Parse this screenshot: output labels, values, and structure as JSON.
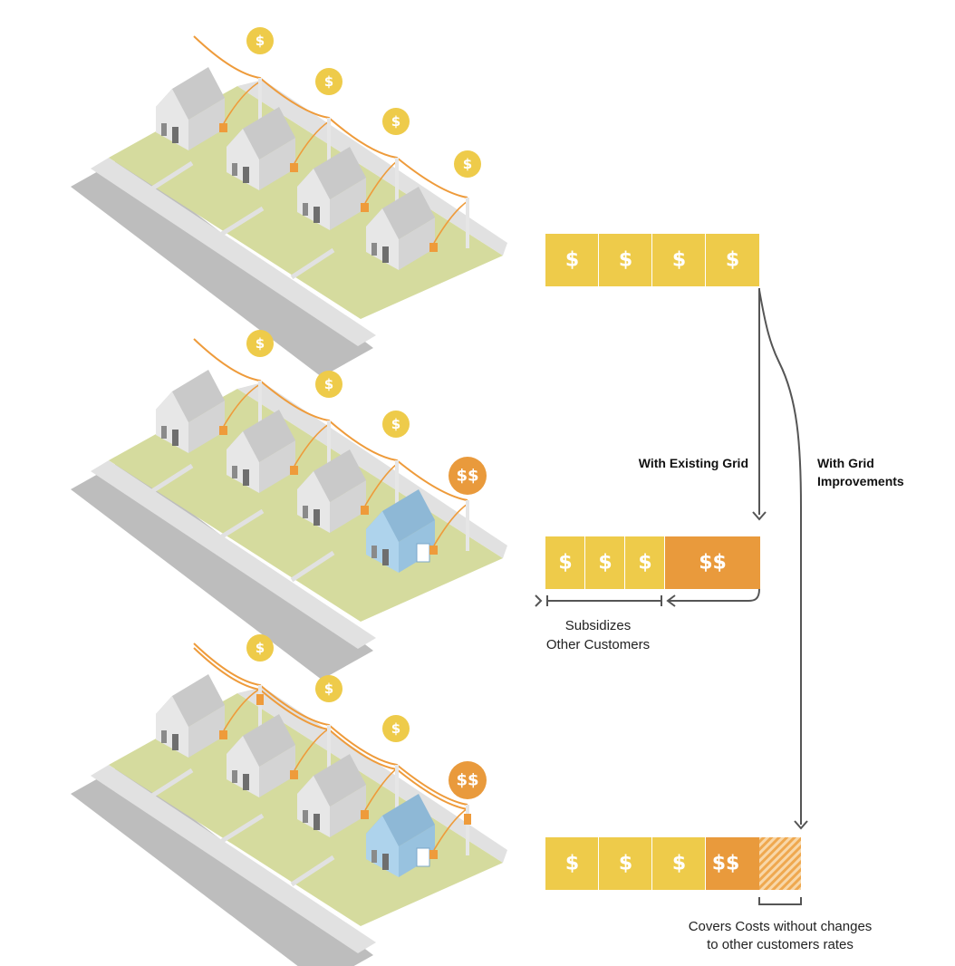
{
  "symbols": {
    "single": "$",
    "double": "$$"
  },
  "labels": {
    "existing_grid": "With Existing Grid",
    "grid_improvements_line1": "With Grid",
    "grid_improvements_line2": "Improvements",
    "subsidizes_line1": "Subsidizes",
    "subsidizes_line2": "Other Customers",
    "covers_line1": "Covers Costs without changes",
    "covers_line2": "to other customers rates"
  },
  "scenarios": [
    {
      "panels": [
        "$",
        "$",
        "$",
        "$"
      ],
      "meter_coins": [
        "$",
        "$",
        "$",
        "$"
      ],
      "houses": [
        "standard",
        "standard",
        "standard",
        "standard"
      ]
    },
    {
      "panels": [
        "$",
        "$",
        "$",
        "$$"
      ],
      "meter_coins": [
        "$",
        "$",
        "$",
        "$$"
      ],
      "houses": [
        "standard",
        "standard",
        "standard",
        "electrified"
      ]
    },
    {
      "panels": [
        "$",
        "$",
        "$",
        "$$"
      ],
      "meter_coins": [
        "$",
        "$",
        "$",
        "$$"
      ],
      "houses": [
        "standard",
        "standard",
        "standard",
        "electrified"
      ]
    }
  ],
  "colors": {
    "yellow": "#EECB4A",
    "orange": "#E99A3C",
    "hatch": "#F5C27A",
    "lawn": "#D5DB9E",
    "road": "#BDBDBD",
    "sidewalk": "#E1E1E1",
    "house_front": "#E7E7E7",
    "house_side": "#D4D4D4",
    "roof": "#C9C9C9",
    "house_blue": "#AED3EC",
    "house_blue_side": "#98C2DF",
    "roof_blue": "#8EB8D6",
    "wire": "#EE9B3B",
    "arrow": "#555555"
  }
}
